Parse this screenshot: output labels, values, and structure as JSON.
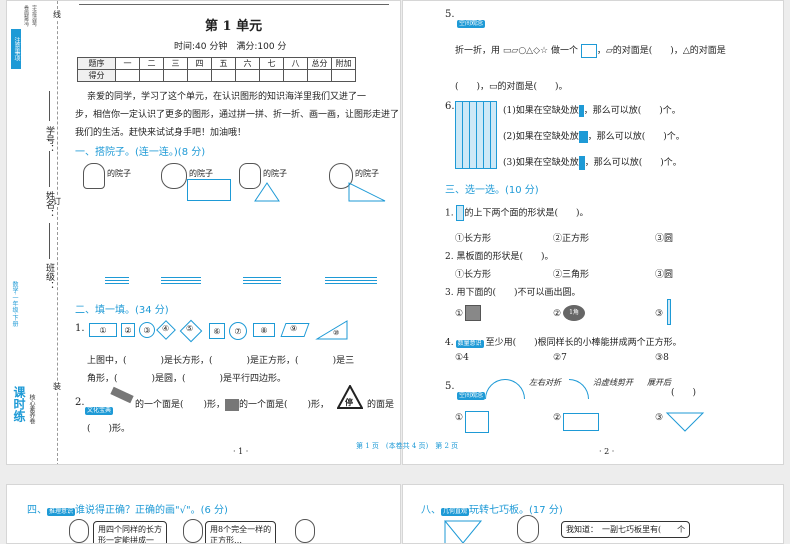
{
  "side": {
    "tag": "注意事项",
    "tiny1": "卷面整洁，",
    "tiny2": "字迹清楚，",
    "xuehao": "学号：",
    "xingming": "姓名：",
    "banji": "班级：",
    "subject": "数学·一年级·下册",
    "brand": "课时练",
    "brand2": "核心素养卷",
    "line": "线",
    "ding": "订",
    "zhuang": "装"
  },
  "title": "第 1 单元",
  "meta": "时间:40 分钟　满分:100 分",
  "score_table": {
    "row1": [
      "题序",
      "一",
      "二",
      "三",
      "四",
      "五",
      "六",
      "七",
      "八",
      "总分",
      "附加"
    ],
    "row2_label": "得分"
  },
  "intro": [
    "亲爱的同学，学习了这个单元，在认识图形的知识海洋里我们又进了一",
    "步，相信你一定认识了更多的图形，通过拼一拼、折一折、画一画，让图形走进了",
    "我们的生活。赶快来试试身手吧！加油哦！"
  ],
  "s1": {
    "heading": "一、搭院子。(连一连。)(8 分)",
    "yard": "的院子"
  },
  "s2": {
    "heading": "二、填一填。(34 分)",
    "q1": "1.",
    "nums": [
      "①",
      "②",
      "③",
      "④",
      "⑤",
      "⑥",
      "⑦",
      "⑧",
      "⑨",
      "⑩"
    ],
    "line1": [
      "上图中，(",
      ")是长方形，(",
      ")是正方形，(",
      ")是三"
    ],
    "line2": [
      "角形，(",
      ")是圆，(",
      ")是平行四边形。"
    ],
    "q2": "2.",
    "q2_tag": "文化宝典",
    "q2_text": [
      "的一个面是(",
      ")形，",
      "的一个面是(",
      ")形，",
      "的面是"
    ],
    "q2_end": "(　　)形。",
    "stop": "停"
  },
  "footer_left": "· 1 ·",
  "footer_mid": [
    "第 1 页",
    "(本卷共 4 页)",
    "第 2 页"
  ],
  "footer_right": "· 2 ·",
  "right": {
    "q5_num": "5.",
    "q5_tag": "空间观念",
    "q5_text": "折一折，用",
    "q5_text2": "做一个",
    "q5_text3": "，",
    "q5_text4": "的对面是(　　)，",
    "q5_text5": "的对面是",
    "q5_line2": "(　　)，",
    "q5_line2b": "的对面是(　　)。",
    "q6_num": "6.",
    "q6_items": [
      "(1)如果在空缺处放",
      "，那么可以放(　　)个。",
      "(2)如果在空缺处放",
      "，那么可以放(　　)个。",
      "(3)如果在空缺处放",
      "，那么可以放(　　)个。"
    ],
    "s3_heading": "三、选一选。(10 分)",
    "c1": "1.",
    "c1_text": "的上下两个面的形状是(　　)。",
    "c1_opts": [
      "①长方形",
      "②正方形",
      "③圆"
    ],
    "c2": "2. 黑板面的形状是(　　)。",
    "c2_opts": [
      "①长方形",
      "②三角形",
      "③圆"
    ],
    "c3": "3. 用下面的(　　)不可以画出圆。",
    "c3_opts": [
      "①",
      "②",
      "③"
    ],
    "c3_coin": "1角",
    "c4_tag": "数量意识",
    "c4_text": "至少用(　　)根同样长的小棒能拼成两个正方形。",
    "c4_opts": [
      "①4",
      "②7",
      "③8"
    ],
    "c5_num": "5.",
    "c5_tag": "空间观念",
    "c5_steps": [
      "左右对折",
      "沿虚线剪开",
      "展开后"
    ],
    "c5_tail": "(　　)",
    "c5_opts": [
      "①",
      "②",
      "③"
    ]
  },
  "bottom": {
    "left_heading": "四、",
    "left_tag": "推理意识",
    "left_text": "谁说得正确？正确的画\"√\"。(6 分)",
    "bubble1a": "用四个同样的长方",
    "bubble1b": "形一定能拼成一",
    "bubble2a": "用8个完全一样的",
    "bubble2b": "正方形…",
    "right_heading": "八、",
    "right_tag": "几何直观",
    "right_text": "玩转七巧板。(17 分)",
    "bubble3": "我知道：　一副七巧板里有(",
    "bubble3b": "个"
  }
}
